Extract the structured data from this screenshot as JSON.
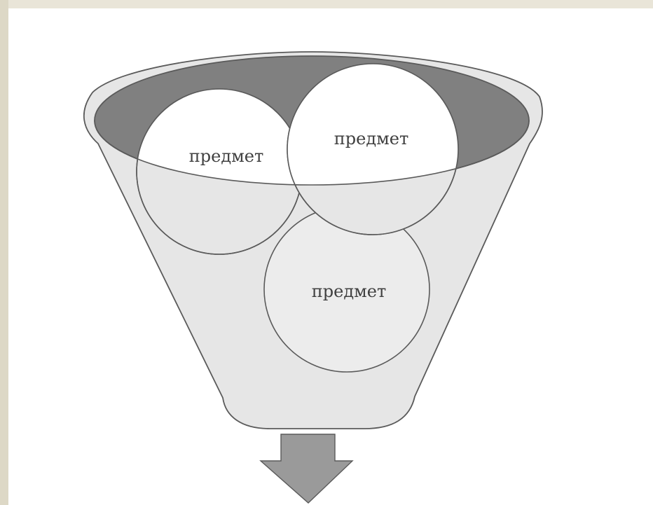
{
  "diagram": {
    "circles": [
      {
        "label": "предмет"
      },
      {
        "label": "предмет"
      },
      {
        "label": "предмет"
      }
    ],
    "colors": {
      "funnel_fill": "#e6e6e6",
      "funnel_inner": "#808080",
      "stroke": "#5a5a5a",
      "circle_fill": "#ffffff",
      "arrow_fill": "#9a9a9a",
      "background": "#e9e5d8"
    }
  }
}
